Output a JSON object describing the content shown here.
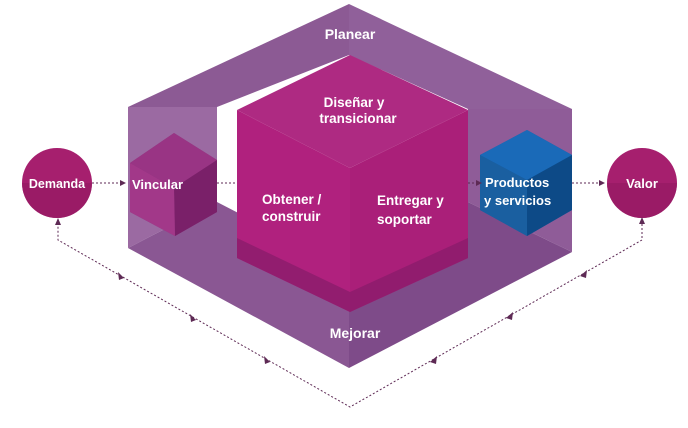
{
  "diagram": {
    "labels": {
      "planear": "Planear",
      "mejorar": "Mejorar",
      "disenar_line1": "Diseñar y",
      "disenar_line2": "transicionar",
      "obtener_line1": "Obtener /",
      "obtener_line2": "construir",
      "entregar_line1": "Entregar y",
      "entregar_line2": "soportar",
      "vincular": "Vincular",
      "productos_line1": "Productos",
      "productos_line2": "y servicios",
      "demanda": "Demanda",
      "valor": "Valor"
    },
    "colors": {
      "frame": "#8c5a94",
      "frame_light": "#9b6aa2",
      "cube_top": "#b1237a",
      "cube_front": "#b0227e",
      "cube_bottom": "#8d1c6c",
      "circle": "#a61f6e",
      "product_cube": "#145fa8",
      "product_cube_dark": "#0d4a87",
      "connector": "#5e2a55"
    }
  }
}
